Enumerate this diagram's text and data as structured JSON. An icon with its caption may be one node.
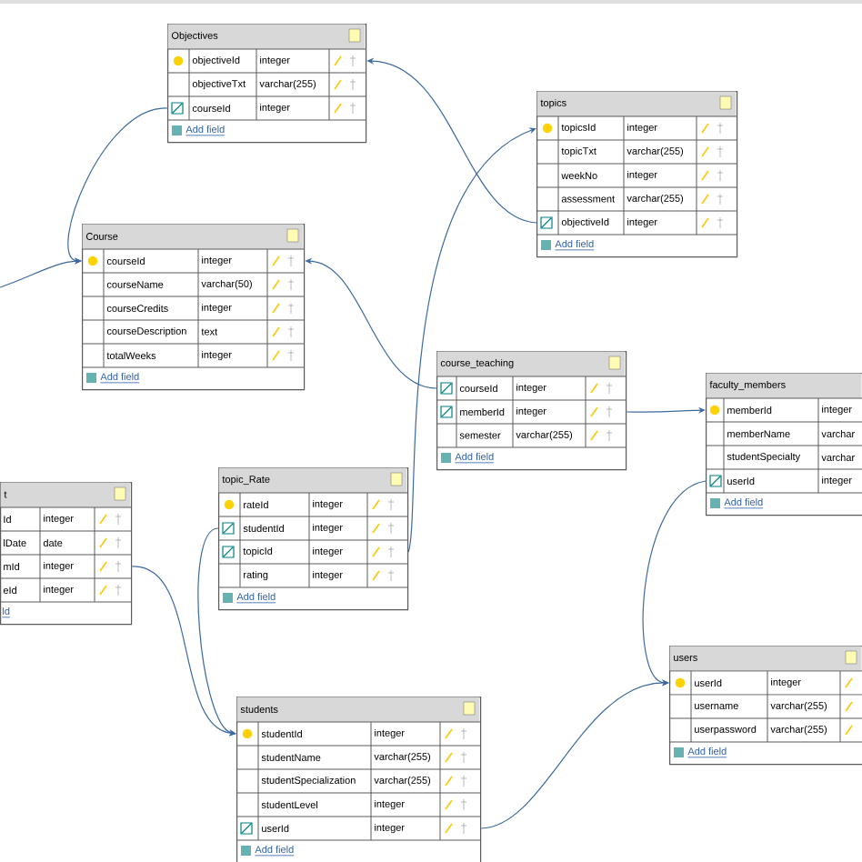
{
  "diagram": {
    "nodes": [
      {
        "text": [
          "Objectives",
          "objectiveId",
          "integer",
          "objectiveTxt",
          "varchar(255)",
          "courseId",
          "integer",
          "Add field"
        ]
      },
      {
        "text": [
          "topics",
          "topicsId",
          "integer",
          "topicTxt",
          "varchar(255)",
          "weekNo",
          "integer",
          "assessment",
          "varchar(255)",
          "objectiveId",
          "integer",
          "Add field"
        ]
      },
      {
        "text": [
          "Course",
          "courseId",
          "integer",
          "courseName",
          "varchar(50)",
          "courseCredits",
          "integer",
          "courseDescription",
          "text",
          "totalWeeks",
          "integer",
          "Add field"
        ]
      },
      {
        "text": [
          "course_teaching",
          "courseId",
          "integer",
          "memberId",
          "integer",
          "semester",
          "varchar(255)",
          "Add field"
        ]
      },
      {
        "text": [
          "faculty_members",
          "memberId",
          "integer",
          "memberName",
          "varchar",
          "studentSpecialty",
          "varchar",
          "userId",
          "integer",
          "Add field"
        ]
      },
      {
        "text": [
          "t",
          "Id",
          "integer",
          "lDate",
          "date",
          "mId",
          "integer",
          "eId",
          "integer",
          "ld"
        ]
      },
      {
        "text": [
          "topic_Rate",
          "rateId",
          "integer",
          "studentId",
          "integer",
          "topicId",
          "integer",
          "rating",
          "integer",
          "Add field"
        ]
      },
      {
        "text": [
          "users",
          "userId",
          "integer",
          "username",
          "varchar(255)",
          "userpassword",
          "varchar(255)",
          "Add field"
        ]
      },
      {
        "text": [
          "students",
          "studentId",
          "integer",
          "studentName",
          "varchar(255)",
          "studentSpecialization",
          "varchar(255)",
          "studentLevel",
          "integer",
          "userId",
          "integer",
          "Add field"
        ]
      }
    ],
    "edges": [
      {
        "from": 0,
        "to": 2,
        "arrow": "to"
      },
      {
        "from": 1,
        "to": 0,
        "arrow": "to"
      },
      {
        "from": 3,
        "to": 2,
        "arrow": "to"
      },
      {
        "from": 6,
        "to": 1,
        "arrow": "to"
      },
      {
        "from": 3,
        "to": 4,
        "arrow": "to"
      },
      {
        "from": null,
        "to": 2,
        "arrow": "to"
      },
      {
        "from": 4,
        "to": 7,
        "arrow": "to"
      },
      {
        "from": 8,
        "to": 7,
        "arrow": "to"
      },
      {
        "from": 6,
        "to": 8,
        "arrow": "to"
      },
      {
        "from": 5,
        "to": 8,
        "arrow": "to"
      }
    ]
  }
}
